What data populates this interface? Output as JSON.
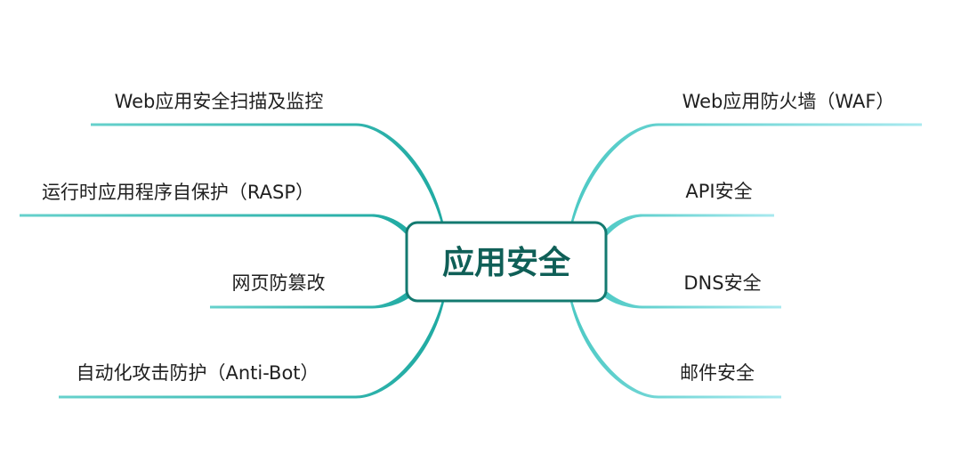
{
  "root": {
    "label": "应用安全",
    "border_color": "#137a70",
    "text_color": "#0f5f57"
  },
  "left_branches": [
    {
      "label": "Web应用安全扫描及监控"
    },
    {
      "label": "运行时应用程序自保护（RASP）"
    },
    {
      "label": "网页防篡改"
    },
    {
      "label": "自动化攻击防护（Anti-Bot）"
    }
  ],
  "right_branches": [
    {
      "label": "Web应用防火墙（WAF）"
    },
    {
      "label": "API安全"
    },
    {
      "label": "DNS安全"
    },
    {
      "label": "邮件安全"
    }
  ],
  "colors": {
    "left_outer": "#66d1cc",
    "left_inner": "#1faaa2",
    "right_outer": "#a8e9ef",
    "right_inner": "#4cc9c4"
  }
}
